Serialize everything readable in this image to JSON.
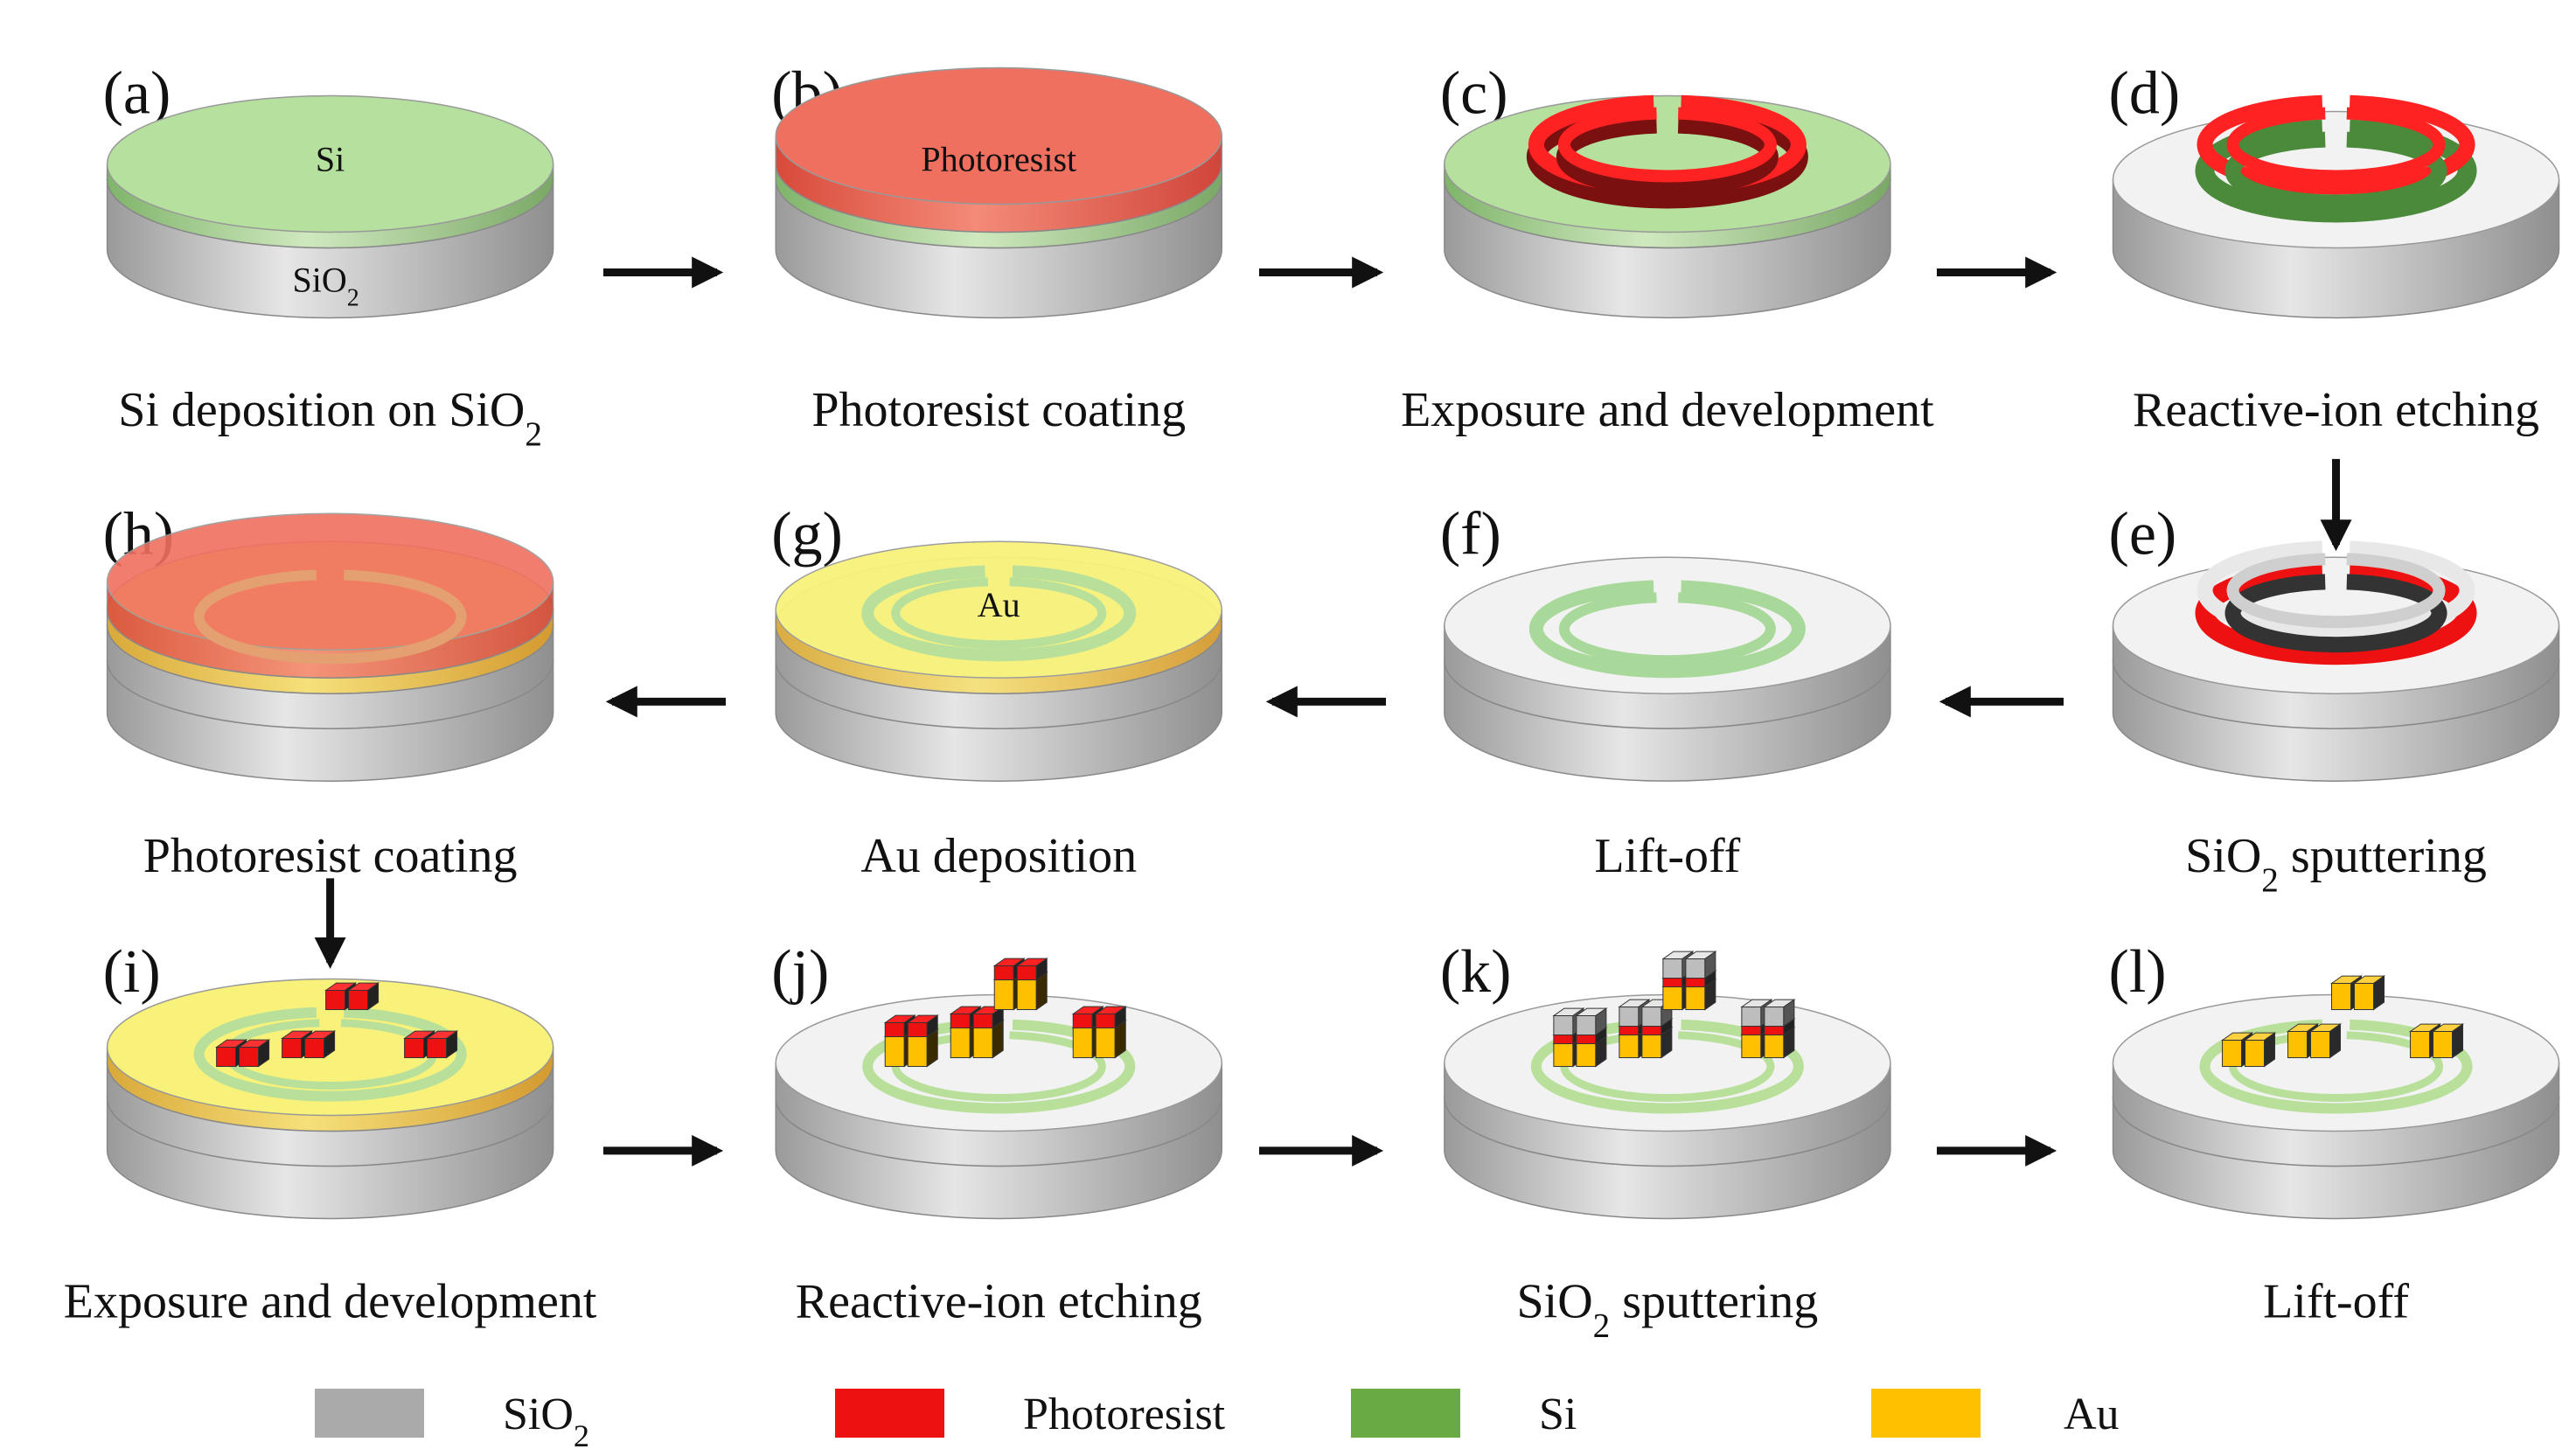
{
  "panels": [
    {
      "id": "a",
      "letter": "(a)",
      "caption": "Si deposition on SiO",
      "caption_sub": "2",
      "stage": "si",
      "labels": {
        "top": "Si",
        "side": "SiO",
        "side_sub": "2"
      }
    },
    {
      "id": "b",
      "letter": "(b)",
      "caption": "Photoresist coating",
      "stage": "resist",
      "labels": {
        "top": "Photoresist"
      }
    },
    {
      "id": "c",
      "letter": "(c)",
      "caption": "Exposure and development",
      "stage": "exposed"
    },
    {
      "id": "d",
      "letter": "(d)",
      "caption": "Reactive-ion etching",
      "stage": "etched"
    },
    {
      "id": "e",
      "letter": "(e)",
      "caption": "SiO",
      "caption_sub": "2",
      "caption_tail": " sputtering",
      "stage": "sputter1"
    },
    {
      "id": "f",
      "letter": "(f)",
      "caption": "Lift-off",
      "stage": "liftoff1"
    },
    {
      "id": "g",
      "letter": "(g)",
      "caption": "Au deposition",
      "stage": "au",
      "labels": {
        "top": "Au"
      }
    },
    {
      "id": "h",
      "letter": "(h)",
      "caption": "Photoresist coating",
      "stage": "resist2"
    },
    {
      "id": "i",
      "letter": "(i)",
      "caption": "Exposure and development",
      "stage": "exposed2"
    },
    {
      "id": "j",
      "letter": "(j)",
      "caption": "Reactive-ion etching",
      "stage": "etched2"
    },
    {
      "id": "k",
      "letter": "(k)",
      "caption": "SiO",
      "caption_sub": "2",
      "caption_tail": " sputtering",
      "stage": "sputter2"
    },
    {
      "id": "l",
      "letter": "(l)",
      "caption": "Lift-off",
      "stage": "liftoff2"
    }
  ],
  "legend": [
    {
      "label": "SiO",
      "sub": "2",
      "color": "#aaaaaa"
    },
    {
      "label": "Photoresist",
      "color": "#ee1111"
    },
    {
      "label": "Si",
      "color": "#6aaa44"
    },
    {
      "label": "Au",
      "color": "#ffc000"
    }
  ],
  "colors": {
    "sio2_top": "#f2f2f2",
    "sio2_side": "#c4c4c4",
    "si": "#b5e09e",
    "photoresist": "#ee1111",
    "photoresist_layer": "#f07060",
    "au": "#f8f27a",
    "au_block": "#ffc000",
    "dark": "#222222"
  }
}
